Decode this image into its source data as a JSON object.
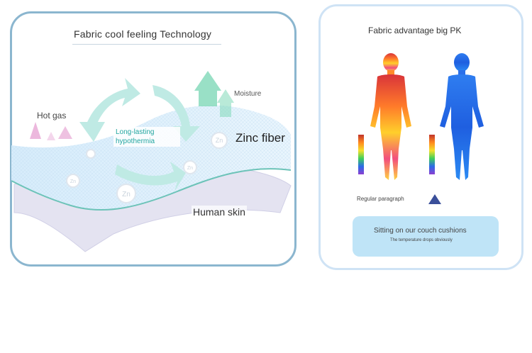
{
  "left_panel": {
    "title": "Fabric cool feeling Technology",
    "hot_gas": "Hot gas",
    "moisture": "Moisture",
    "long_lasting": "Long-lasting hypothermia",
    "zinc_fiber": "Zinc fiber",
    "human_skin": "Human skin",
    "zn_label": "Zn"
  },
  "right_panel": {
    "title": "Fabric advantage big PK",
    "regular_paragraph": "Regular paragraph",
    "cta_title": "Sitting on our couch cushions",
    "cta_sub": "The temperature drops obviously"
  },
  "colors": {
    "left_border": "#8bb6cf",
    "right_border": "#cfe3f5",
    "arrow_teal": "#bfeae4",
    "cta_bg": "#bfe4f7",
    "mesh_blue": "#d8eefc",
    "skin_layer": "#e4e3f1"
  }
}
